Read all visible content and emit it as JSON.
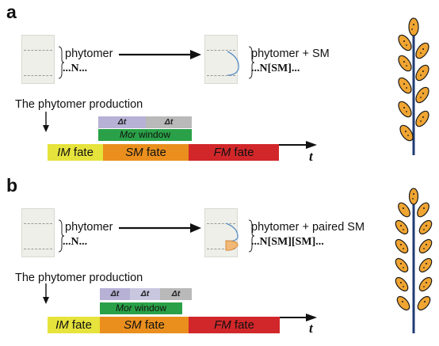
{
  "panel_a": {
    "letter": "a",
    "left_top_label": "phytomer",
    "left_bottom_label": "...N...",
    "right_top_label": "phytomer + SM",
    "right_bottom_label": "...N[SM]...",
    "production_label": "The phytomer production",
    "dt_labels": [
      "Δt",
      "Δt"
    ],
    "window_label_italic": "Mor",
    "window_label_rest": " window",
    "fates": [
      {
        "italic": "IM",
        "rest": " fate"
      },
      {
        "italic": "SM",
        "rest": " fate"
      },
      {
        "italic": "FM",
        "rest": " fate"
      }
    ],
    "axis_label": "t"
  },
  "panel_b": {
    "letter": "b",
    "left_top_label": "phytomer",
    "left_bottom_label": "...N...",
    "right_top_label": "phytomer + paired SM",
    "right_bottom_label": "...N[SM][SM]...",
    "production_label": "The phytomer production",
    "dt_labels": [
      "Δt",
      "Δt",
      "Δt"
    ],
    "window_label_italic": "Mor",
    "window_label_rest": " window",
    "fates": [
      {
        "italic": "IM",
        "rest": " fate"
      },
      {
        "italic": "SM",
        "rest": " fate"
      },
      {
        "italic": "FM",
        "rest": " fate"
      }
    ],
    "axis_label": "t"
  },
  "colors": {
    "im_fate": "#e5e33c",
    "sm_fate": "#ea8f1e",
    "fm_fate": "#d2272a",
    "mor_window": "#2aa148",
    "spikelet": "#f0a532",
    "stem": "#1f3b73"
  }
}
